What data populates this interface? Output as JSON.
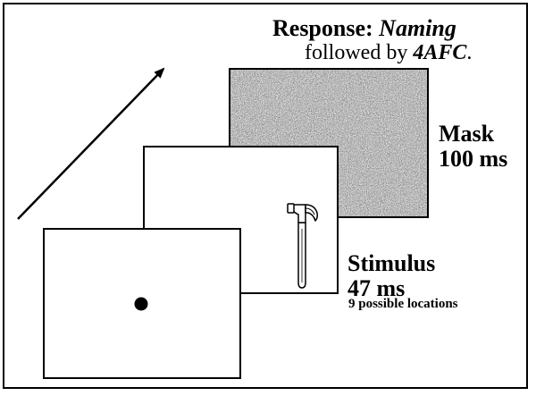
{
  "response": {
    "prefix": "Response:",
    "task": "Naming",
    "followed": "followed by",
    "afc": "4AFC",
    "period": "."
  },
  "mask": {
    "name": "Mask",
    "duration": "100 ms"
  },
  "stimulus": {
    "name": "Stimulus",
    "duration": "47 ms",
    "note": "9 possible locations"
  },
  "icons": {
    "stimulus_object": "hammer-icon",
    "fixation": "fixation-dot-icon",
    "time_direction": "arrow-icon"
  },
  "colors": {
    "ink": "#000000",
    "paper": "#ffffff",
    "mask_noise": "#7a7a7a"
  }
}
